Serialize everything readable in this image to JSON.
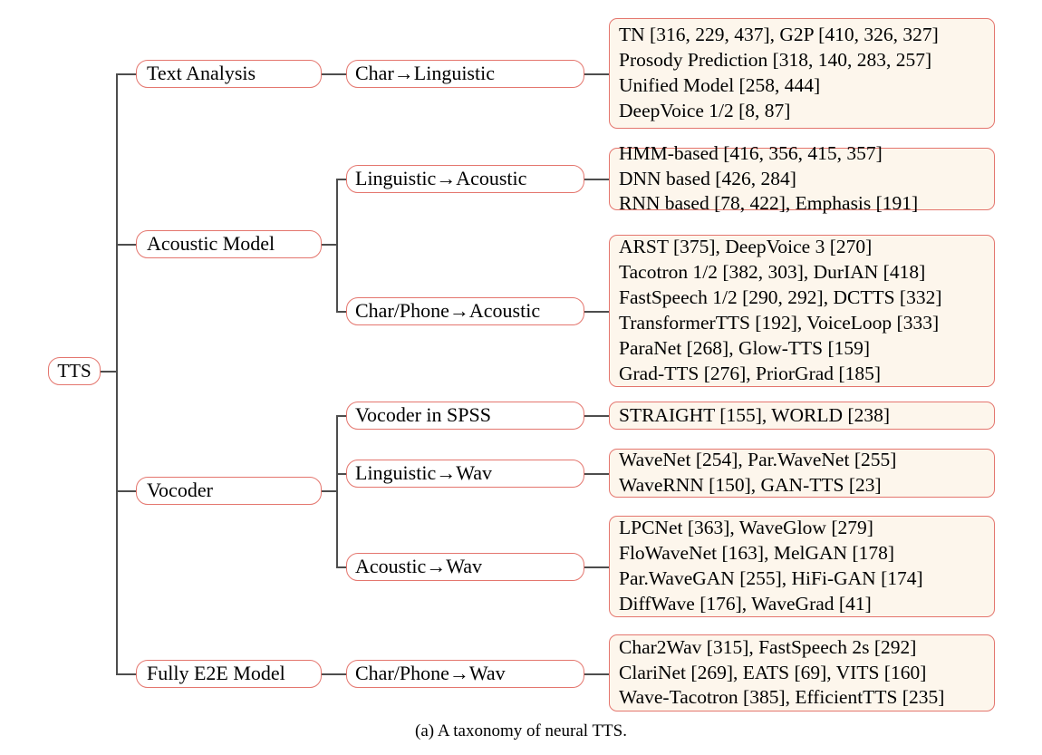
{
  "figure": {
    "caption": "(a) A taxonomy of neural TTS.",
    "root_label": "TTS",
    "accent_border": "#e4766e",
    "leaf_fill": "#fdf6ec",
    "line_color": "#4d4d4d"
  },
  "branches": [
    {
      "id": "text-analysis",
      "label": "Text Analysis",
      "children": [
        {
          "id": "char-to-linguistic",
          "label": "Char→Linguistic",
          "items": [
            "TN [316, 229, 437], G2P [410, 326, 327]",
            "Prosody Prediction [318, 140, 283, 257]",
            "Unified Model [258, 444]",
            "DeepVoice 1/2 [8, 87]"
          ]
        }
      ]
    },
    {
      "id": "acoustic-model",
      "label": "Acoustic Model",
      "children": [
        {
          "id": "linguistic-to-acoustic",
          "label": "Linguistic→Acoustic",
          "items": [
            "HMM-based [416, 356, 415, 357]",
            "DNN based [426, 284]",
            "RNN based [78, 422], Emphasis [191]"
          ]
        },
        {
          "id": "char-phone-to-acoustic",
          "label": "Char/Phone→Acoustic",
          "items": [
            "ARST [375], DeepVoice 3 [270]",
            "Tacotron 1/2 [382, 303], DurIAN [418]",
            "FastSpeech 1/2 [290, 292], DCTTS [332]",
            "TransformerTTS [192], VoiceLoop [333]",
            "ParaNet [268], Glow-TTS [159]",
            "Grad-TTS [276], PriorGrad [185]"
          ]
        }
      ]
    },
    {
      "id": "vocoder",
      "label": "Vocoder",
      "children": [
        {
          "id": "vocoder-in-spss",
          "label": "Vocoder in SPSS",
          "items": [
            "STRAIGHT [155], WORLD [238]"
          ]
        },
        {
          "id": "linguistic-to-wav",
          "label": "Linguistic→Wav",
          "items": [
            "WaveNet [254], Par.WaveNet [255]",
            "WaveRNN [150], GAN-TTS [23]"
          ]
        },
        {
          "id": "acoustic-to-wav",
          "label": "Acoustic→Wav",
          "items": [
            "LPCNet [363], WaveGlow [279]",
            "FloWaveNet [163], MelGAN [178]",
            "Par.WaveGAN [255], HiFi-GAN [174]",
            "DiffWave [176], WaveGrad [41]"
          ]
        }
      ]
    },
    {
      "id": "fully-e2e-model",
      "label": "Fully E2E Model",
      "children": [
        {
          "id": "char-phone-to-wav",
          "label": "Char/Phone→Wav",
          "items": [
            "Char2Wav [315], FastSpeech 2s [292]",
            "ClariNet [269], EATS [69], VITS [160]",
            "Wave-Tacotron [385], EfficientTTS [235]"
          ]
        }
      ]
    }
  ]
}
